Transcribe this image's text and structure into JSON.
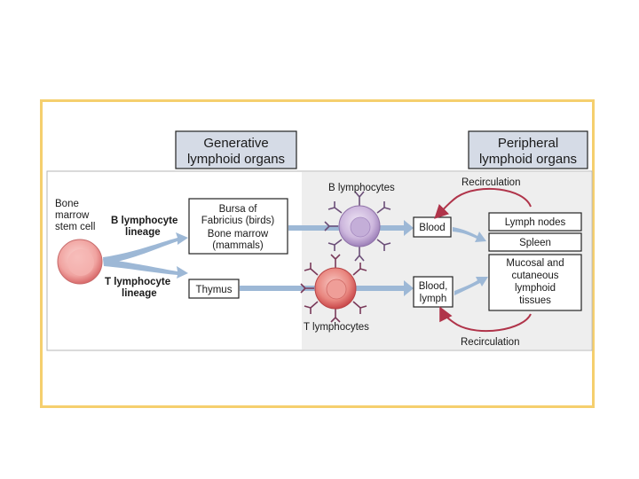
{
  "headers": {
    "generative": [
      "Generative",
      "lymphoid organs"
    ],
    "peripheral": [
      "Peripheral",
      "lymphoid organs"
    ]
  },
  "stem_cell": [
    "Bone",
    "marrow",
    "stem cell"
  ],
  "lineages": {
    "b": [
      "B lymphocyte",
      "lineage"
    ],
    "t": [
      "T lymphocyte",
      "lineage"
    ]
  },
  "organs": {
    "bursa": [
      "Bursa of",
      "Fabricius (birds)",
      "Bone marrow",
      "(mammals)"
    ],
    "thymus": "Thymus"
  },
  "cells": {
    "b_label": "B lymphocytes",
    "t_label": "T lymphocytes"
  },
  "circulation": {
    "blood": "Blood",
    "blood_lymph": [
      "Blood,",
      "lymph"
    ]
  },
  "peripheral_organs": {
    "lymph_nodes": "Lymph nodes",
    "spleen": "Spleen",
    "mucosal": [
      "Mucosal and",
      "cutaneous",
      "lymphoid",
      "tissues"
    ]
  },
  "recirculation": {
    "top": "Recirculation",
    "bottom": "Recirculation"
  },
  "colors": {
    "frame_border": "#f5cf6e",
    "header_fill": "#d5dbe6",
    "panel_fill": "#eeeeee",
    "arrow_fill": "#9db8d6",
    "stem_cell": "#e87a7a",
    "b_cell": "#b9a3cf",
    "t_cell": "#de5d5d",
    "receptor": "#7a4a7a",
    "recirc_arrow": "#b0344a"
  }
}
